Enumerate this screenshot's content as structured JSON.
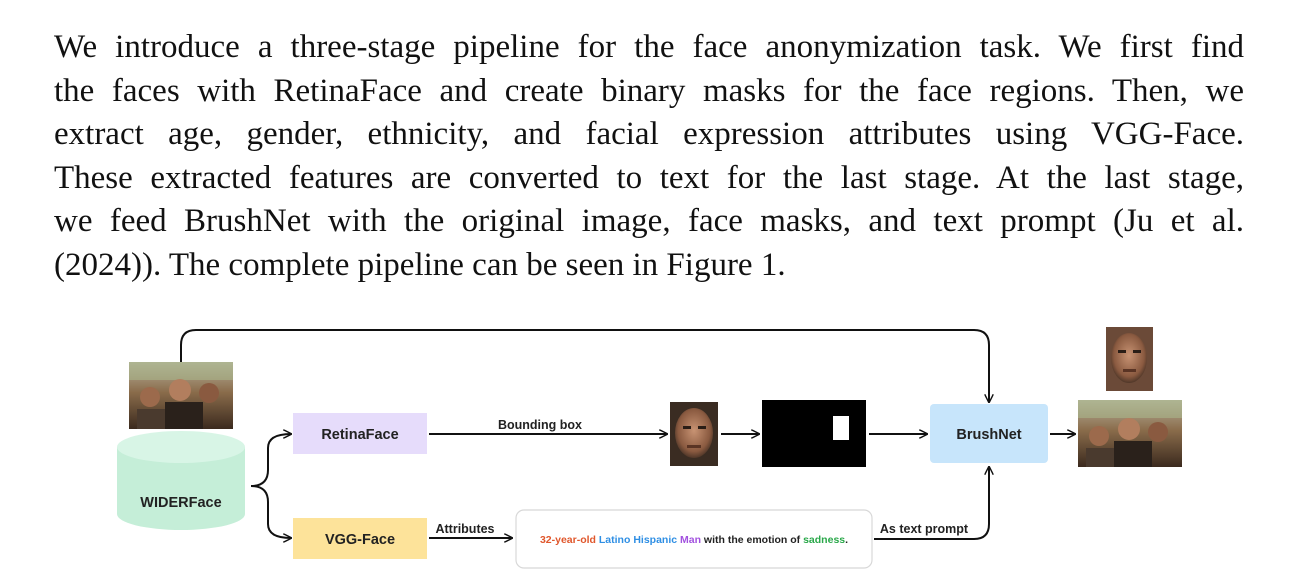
{
  "paragraph": {
    "lines": [
      "We introduce a three-stage pipeline for the face anonymization task. We first find",
      "the faces with RetinaFace and create binary masks for the face regions. Then, we",
      "extract age, gender, ethnicity, and facial expression attributes using VGG-Face.",
      "These extracted features are converted to text for the last stage. At the last stage,",
      "we feed BrushNet with the original image, face masks, and text prompt (Ju et al.",
      "(2024)). The complete pipeline can be seen in Figure 1."
    ]
  },
  "figure": {
    "dataset_label": "WIDERFace",
    "retinaface_label": "RetinaFace",
    "vggface_label": "VGG-Face",
    "brushnet_label": "BrushNet",
    "bounding_box_label": "Bounding box",
    "attributes_label": "Attributes",
    "as_text_prompt_label": "As text prompt",
    "prompt": {
      "age": "32-year-old",
      "ethnicity1": "Latino",
      "ethnicity2": "Hispanic",
      "gender": "Man",
      "middle": "with the emotion of",
      "emotion": "sadness",
      "end": "."
    },
    "colors": {
      "dataset": "#c5eed8",
      "retinaface": "#e6dcfb",
      "vggface": "#fde39a",
      "brushnet": "#c7e5fb",
      "age": "#e0572c",
      "ethnicity": "#2f8fe4",
      "gender": "#a251df",
      "emotion": "#2aa84a"
    }
  }
}
